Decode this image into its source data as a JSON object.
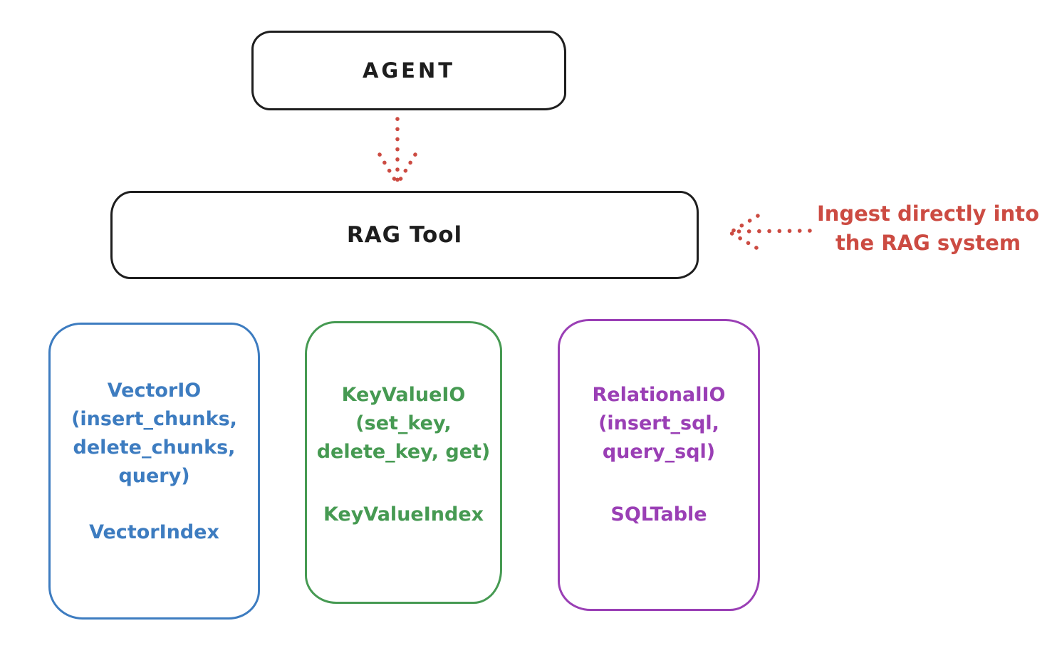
{
  "colors": {
    "stroke": "#1e1e1e",
    "red": "#cc4b42",
    "blue": "#3d7cc0",
    "green": "#469a52",
    "purple": "#9a3fb5"
  },
  "nodes": {
    "agent": {
      "label": "AGENT"
    },
    "rag_tool": {
      "label": "RAG Tool"
    }
  },
  "annotation": {
    "line1": "Ingest directly into",
    "line2": "the RAG system"
  },
  "cards": {
    "vector": {
      "lines": [
        "VectorIO",
        "(insert_chunks,",
        "delete_chunks,",
        "query)"
      ],
      "index": "VectorIndex"
    },
    "keyvalue": {
      "lines": [
        "KeyValueIO",
        "(set_key,",
        "delete_key, get)"
      ],
      "index": "KeyValueIndex"
    },
    "relational": {
      "lines": [
        "RelationalIO",
        "(insert_sql,",
        "query_sql)"
      ],
      "index": "SQLTable"
    }
  },
  "arrows": {
    "agent_to_rag": "dotted-down-arrow",
    "ingest_into_rag": "dotted-left-arrow"
  }
}
